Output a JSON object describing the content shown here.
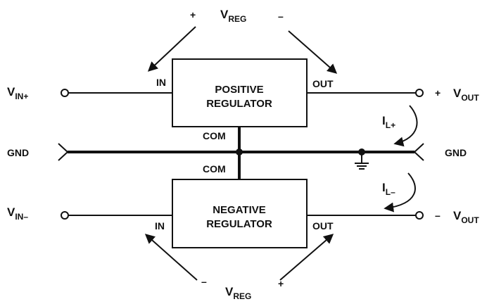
{
  "diagram": {
    "vreg": {
      "main": "V",
      "sub": "REG"
    },
    "top_sign_left": "+",
    "top_sign_right": "–",
    "bottom_sign_left": "–",
    "bottom_sign_right": "+",
    "positive_regulator": {
      "line1": "POSITIVE",
      "line2": "REGULATOR",
      "in_label": "IN",
      "out_label": "OUT",
      "com_label": "COM"
    },
    "negative_regulator": {
      "line1": "NEGATIVE",
      "line2": "REGULATOR",
      "in_label": "IN",
      "out_label": "OUT",
      "com_label": "COM"
    },
    "vin_plus": {
      "main": "V",
      "sub": "IN+"
    },
    "vin_minus": {
      "main": "V",
      "sub": "IN–"
    },
    "vout_plus": {
      "sign": "+",
      "main": "V",
      "sub": "OUT"
    },
    "vout_minus": {
      "sign": "–",
      "main": "V",
      "sub": "OUT"
    },
    "gnd_left": "GND",
    "gnd_right": "GND",
    "il_plus": {
      "main": "I",
      "sub": "L+"
    },
    "il_minus": {
      "main": "I",
      "sub": "L–"
    }
  }
}
